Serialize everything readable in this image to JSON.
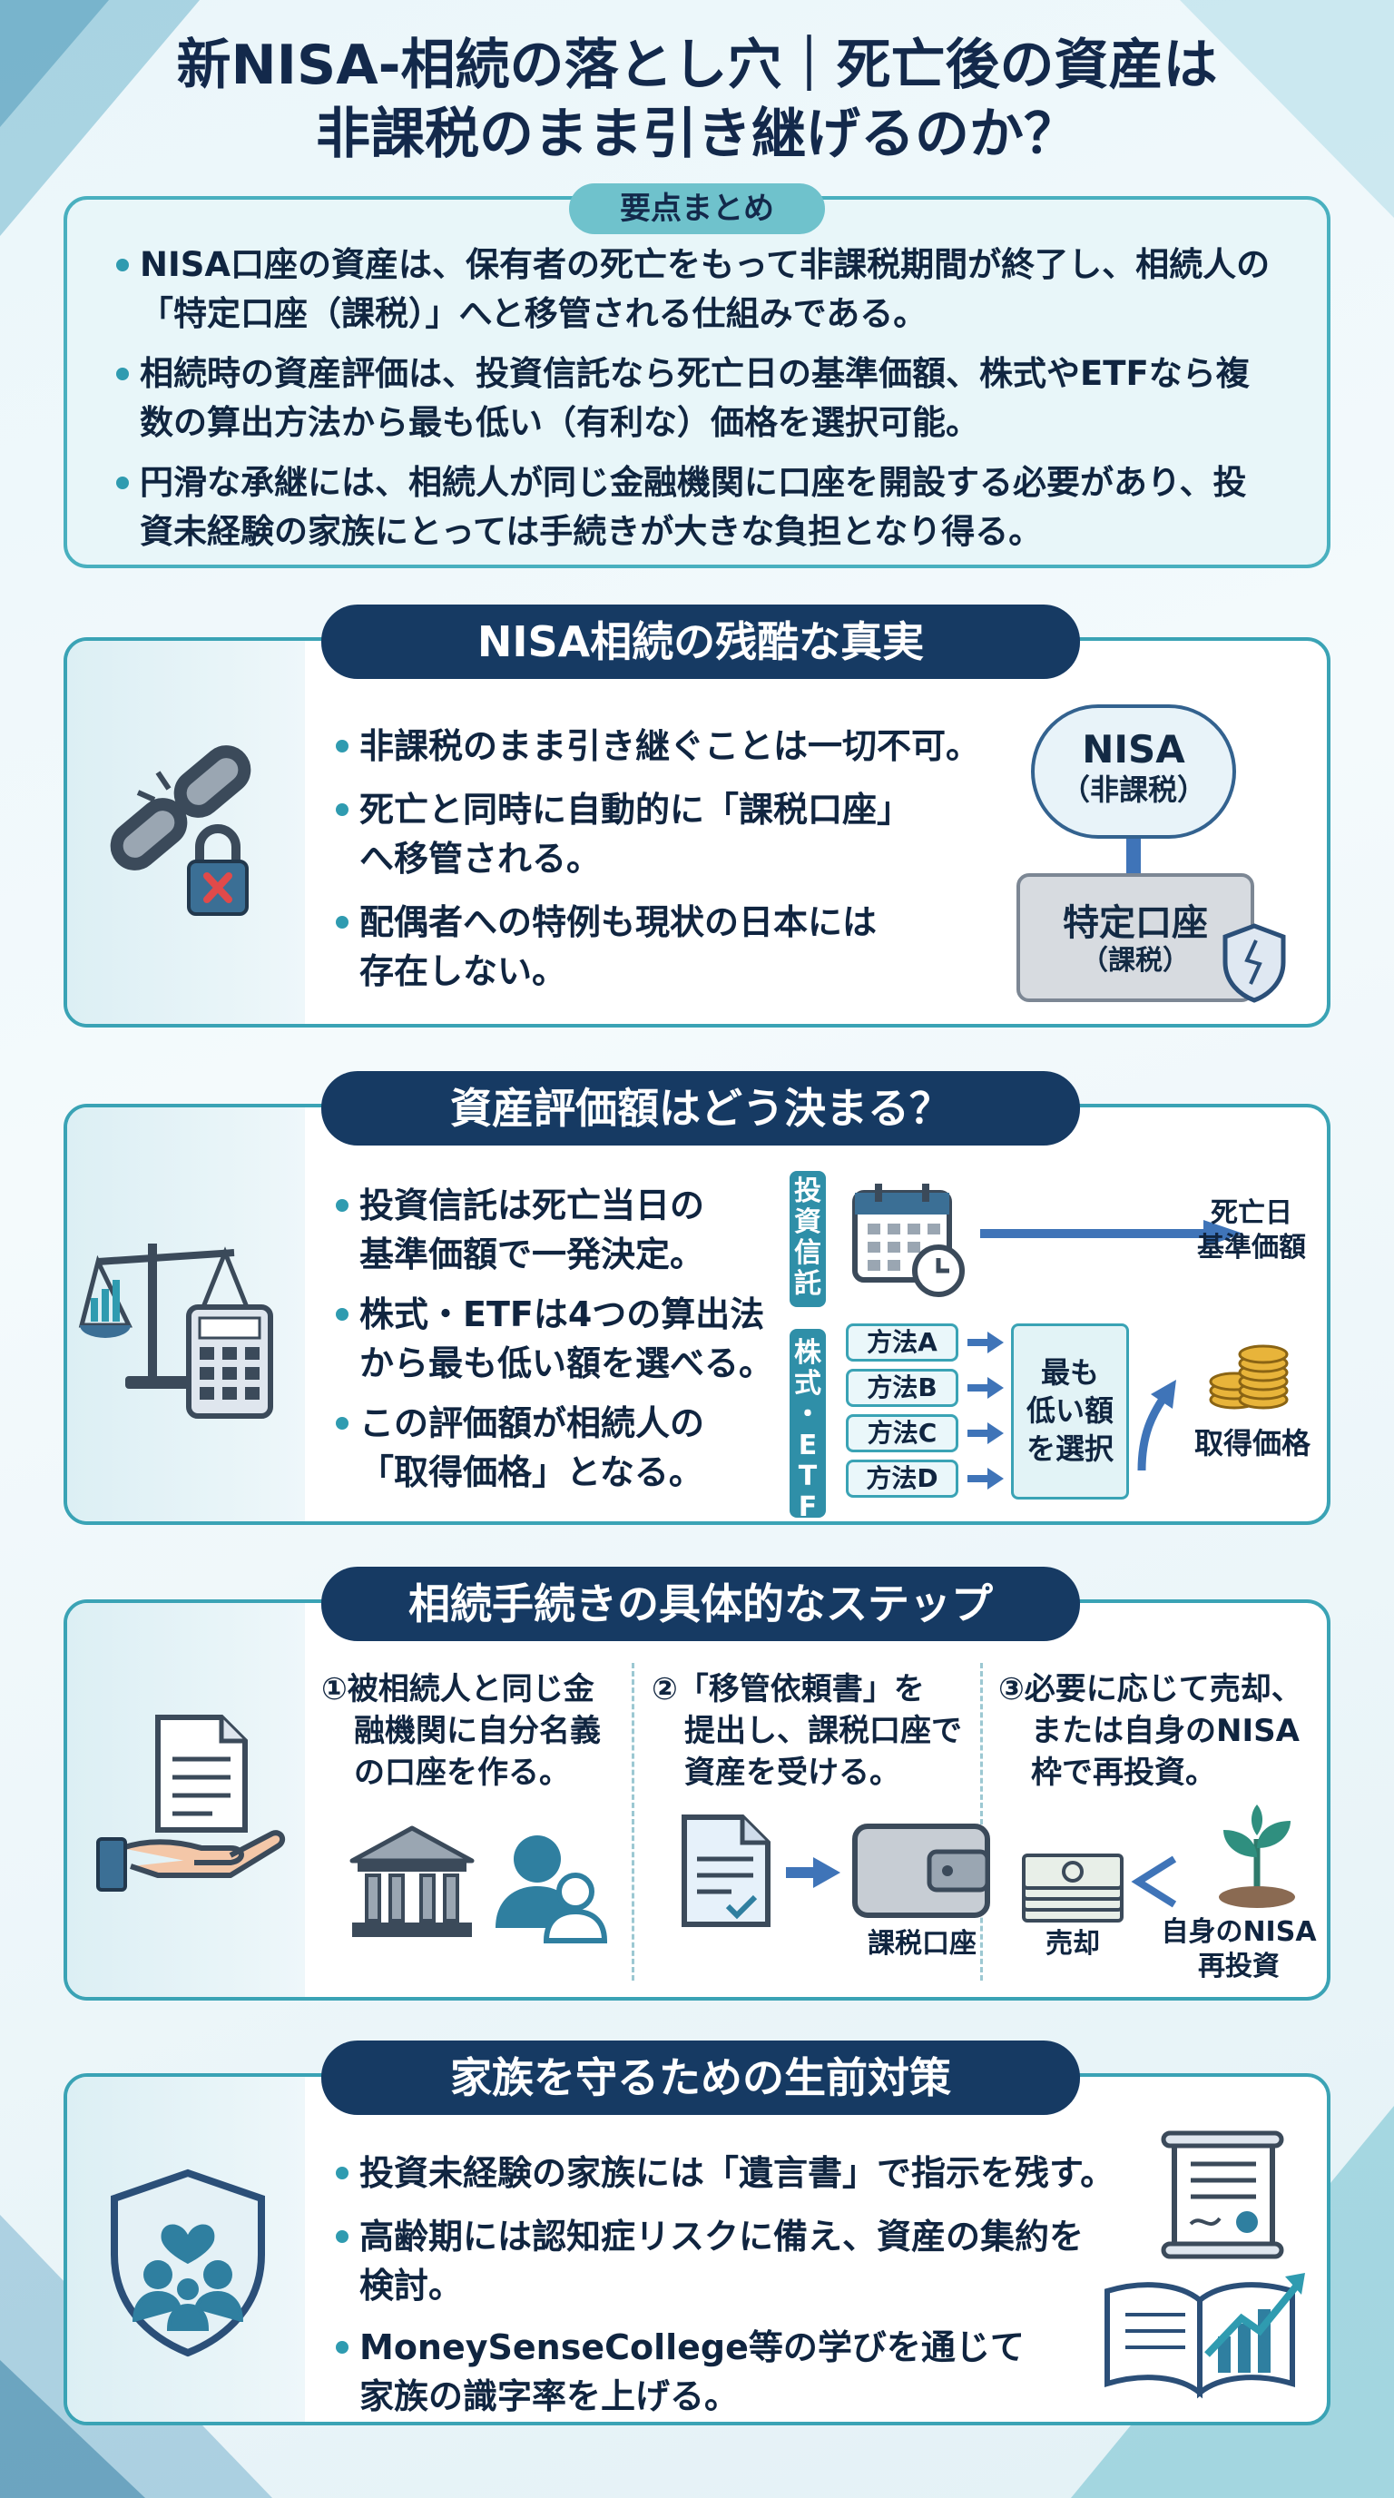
{
  "title": {
    "line1": "新NISA-相続の落とし穴｜死亡後の資産は",
    "line2": "非課税のまま引き継げるのか？"
  },
  "summary": {
    "label": "要点まとめ",
    "bullets": [
      {
        "line1": "NISA口座の資産は、保有者の死亡をもって非課税期間が終了し、相続人の",
        "line2": "「特定口座（課税）」へと移管される仕組みである。"
      },
      {
        "line1": "相続時の資産評価は、投資信託なら死亡日の基準価額、株式やETFなら複",
        "line2": "数の算出方法から最も低い（有利な）価格を選択可能。"
      },
      {
        "line1": "円滑な承継には、相続人が同じ金融機関に口座を開設する必要があり、投",
        "line2": "資未経験の家族にとっては手続きが大きな負担となり得る。"
      }
    ]
  },
  "truth": {
    "heading": "NISA相続の残酷な真実",
    "bullets": [
      {
        "line1": "非課税のまま引き継ぐことは一切不可。"
      },
      {
        "line1": "死亡と同時に自動的に「課税口座」",
        "line2": "へ移管される。"
      },
      {
        "line1": "配偶者への特例も現状の日本には",
        "line2": "存在しない。"
      }
    ],
    "from_box": {
      "line1": "NISA",
      "line2": "（非課税）"
    },
    "to_box": {
      "line1": "特定口座",
      "line2": "（課税）"
    }
  },
  "valuation": {
    "heading": "資産評価額はどう決まる？",
    "bullets": [
      {
        "line1": "投資信託は死亡当日の",
        "line2": "基準価額で一発決定。"
      },
      {
        "line1": "株式・ETFは4つの算出法",
        "line2": "から最も低い額を選べる。"
      },
      {
        "line1": "この評価額が相続人の",
        "line2": "「取得価格」となる。"
      }
    ],
    "fund_tag": [
      "投",
      "資",
      "信",
      "託"
    ],
    "stock_tag": [
      "株",
      "式",
      "・",
      "E",
      "T",
      "F"
    ],
    "fund_result": {
      "line1": "死亡日",
      "line2": "基準価額"
    },
    "methods": [
      "方法A",
      "方法B",
      "方法C",
      "方法D"
    ],
    "select_box": {
      "line1": "最も",
      "line2": "低い額",
      "line3": "を選択"
    },
    "result": "取得価格"
  },
  "steps": {
    "heading": "相続手続きの具体的なステップ",
    "items": [
      {
        "line1": "①被相続人と同じ金",
        "line2": "融機関に自分名義",
        "line3": "の口座を作る。"
      },
      {
        "line1": "②「移管依頼書」を",
        "line2": "提出し、課税口座で",
        "line3": "資産を受ける。"
      },
      {
        "line1": "③必要に応じて売却、",
        "line2": "または自身のNISA",
        "line3": "枠で再投資。"
      }
    ],
    "taxable_account_label": "課税口座",
    "sell_label": "売却",
    "reinvest": {
      "line1": "自身のNISA",
      "line2": "再投資"
    }
  },
  "measures": {
    "heading": "家族を守るための生前対策",
    "bullets": [
      {
        "line1": "投資未経験の家族には「遺言書」で指示を残す。"
      },
      {
        "line1": "高齢期には認知症リスクに備え、資産の集約を",
        "line2": "検討。"
      },
      {
        "line1": "MoneySenseCollege等の学びを通じて",
        "line2": "家族の識字率を上げる。"
      }
    ]
  },
  "icons": {
    "truth": "broken-chain-lock-icon",
    "valuation": "scale-calculator-icon",
    "steps": "hand-document-icon",
    "measures": "family-shield-icon",
    "account_shield": "cracked-shield-icon",
    "calendar": "calendar-clock-icon",
    "coins": "coins-icon",
    "bank": "bank-icon",
    "users": "users-icon",
    "transfer_form": "form-document-icon",
    "wallet": "wallet-icon",
    "cash": "cash-icon",
    "plant": "plant-icon",
    "will": "will-scroll-icon",
    "book": "book-growth-icon"
  },
  "colors": {
    "navy": "#163a63",
    "teal": "#3aa3b5",
    "blue_arrow": "#3f74b8",
    "background": "#eaf6fa"
  }
}
